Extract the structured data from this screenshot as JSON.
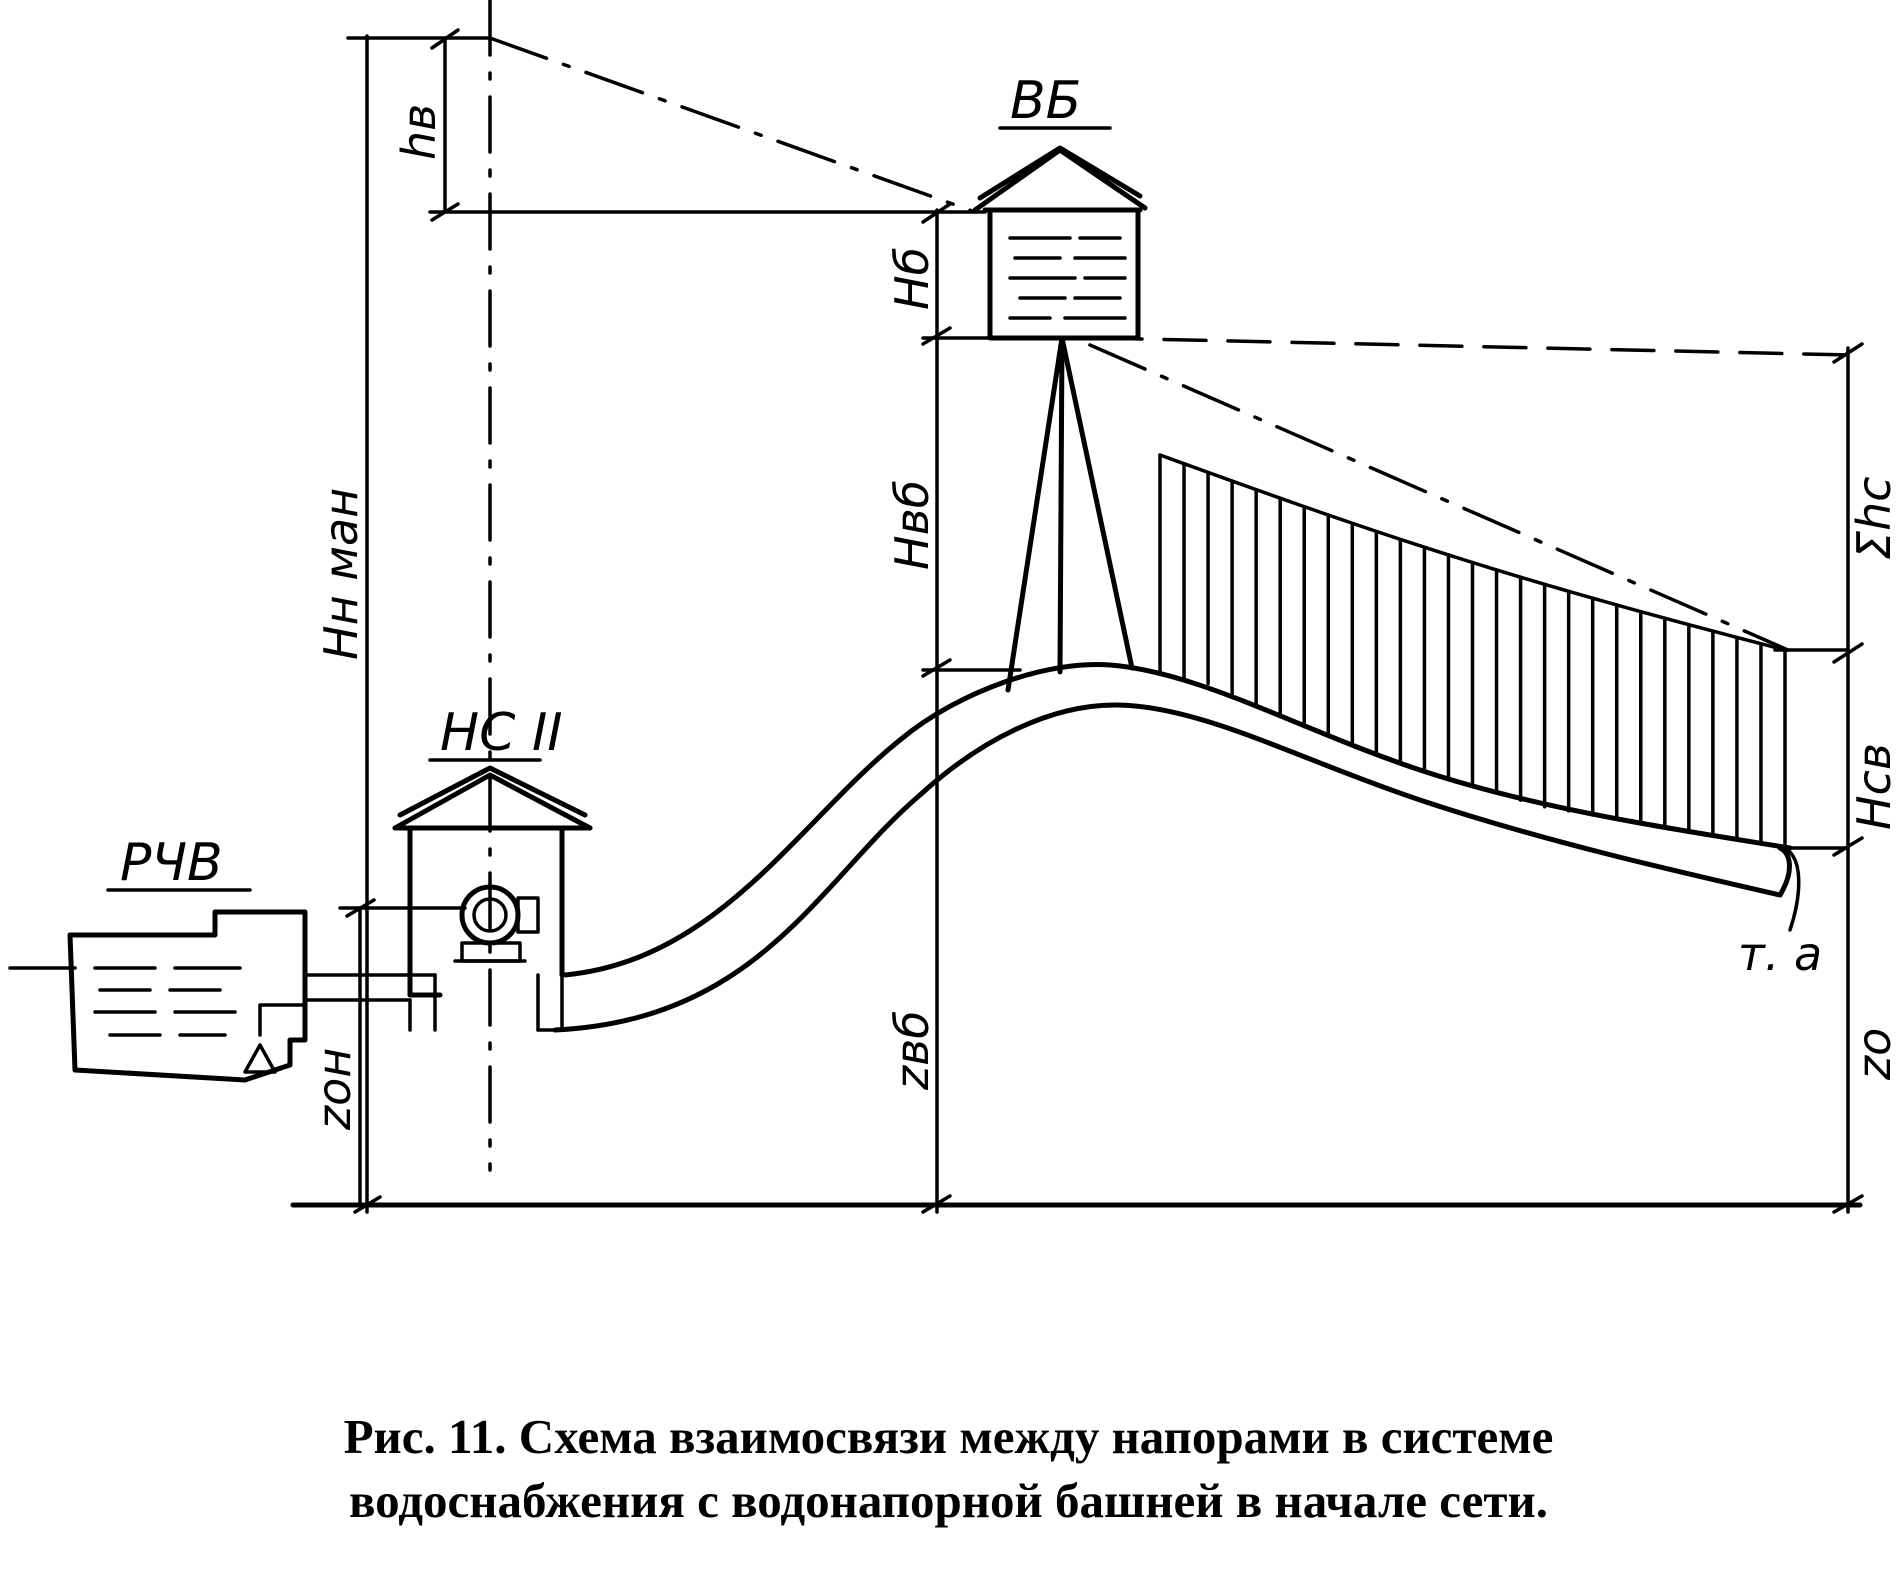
{
  "labels": {
    "rchv": "РЧВ",
    "ns2": "НС II",
    "vb": "ВБ",
    "hv": "hв",
    "hnman": "Hн ман",
    "hb": "Hб",
    "hvb": "Hвб",
    "zvb": "zвб",
    "zon": "zон",
    "sum_hc": "Σhc",
    "hsv": "Hсв",
    "z0": "zо",
    "point_a": "т. а"
  },
  "caption": {
    "line1": "Рис. 11. Схема взаимосвязи между напорами в системе",
    "line2": "водоснабжения с водонапорной башней в начале сети."
  }
}
